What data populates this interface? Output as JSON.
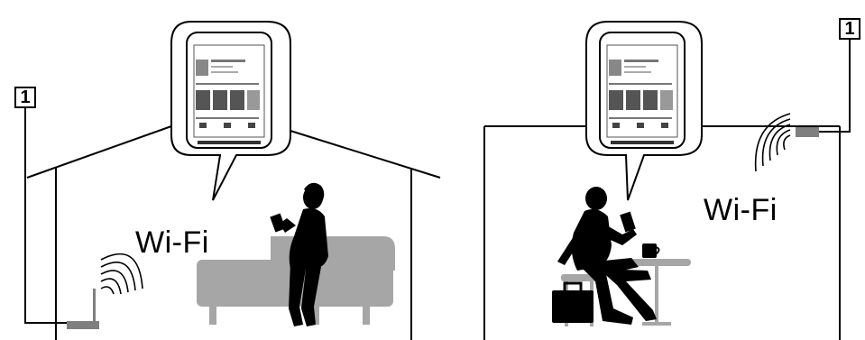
{
  "left_scene": {
    "callout": "1",
    "wifi_label": "Wi-Fi"
  },
  "right_scene": {
    "callout": "1",
    "wifi_label": "Wi-Fi"
  },
  "colors": {
    "line": "#000000",
    "furniture": "#a6a6a6",
    "router": "#7f7f7f",
    "figure": "#000000",
    "background": "#ffffff"
  },
  "icons": [
    "router-icon",
    "wifi-waves-icon",
    "reader-device-icon",
    "person-silhouette-icon",
    "sofa-icon",
    "table-icon",
    "cup-icon",
    "briefcase-icon"
  ]
}
